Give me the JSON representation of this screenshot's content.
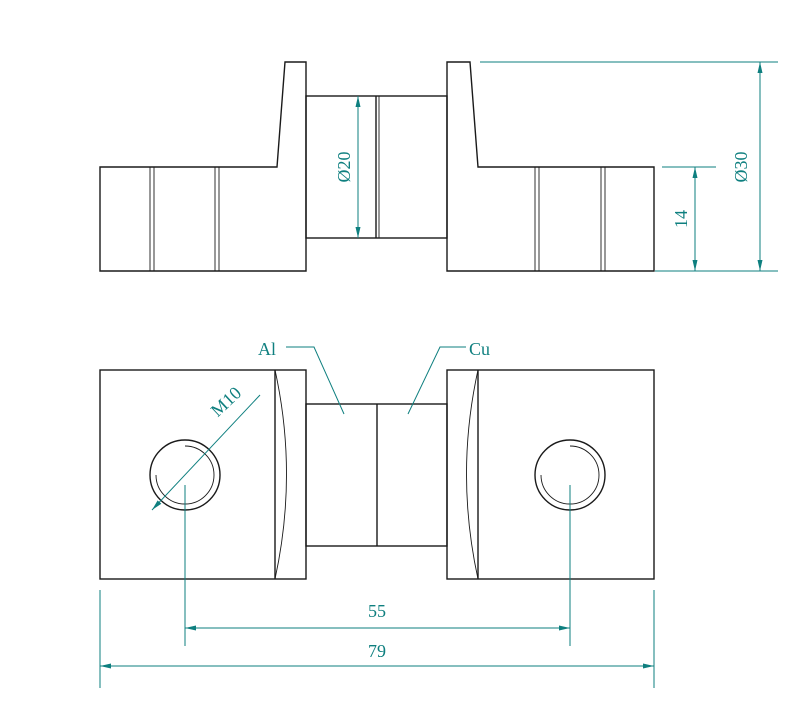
{
  "colors": {
    "outline": "#1a1a1a",
    "dimension": "#0e7f7f",
    "background": "#ffffff"
  },
  "dimensions": {
    "bore_diameter": "Ø20",
    "outer_diameter": "Ø30",
    "height": "14",
    "thread": "M10",
    "hole_spacing": "55",
    "overall_length": "79"
  },
  "labels": {
    "left_material": "Al",
    "right_material": "Cu"
  }
}
